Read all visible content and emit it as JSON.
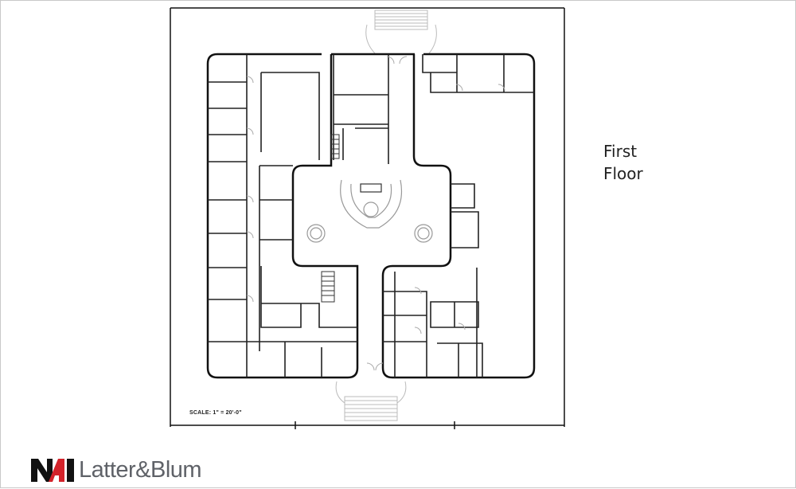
{
  "slide": {
    "title_lines": [
      "First",
      "Floor"
    ],
    "scale_note": "SCALE: 1\" = 20'-0\"",
    "logo": {
      "text": "NAI Latter & Blum",
      "wordmark": "Latter&Blum",
      "colors": {
        "black": "#111111",
        "red": "#d3222a",
        "gray": "#5f6268"
      }
    }
  }
}
